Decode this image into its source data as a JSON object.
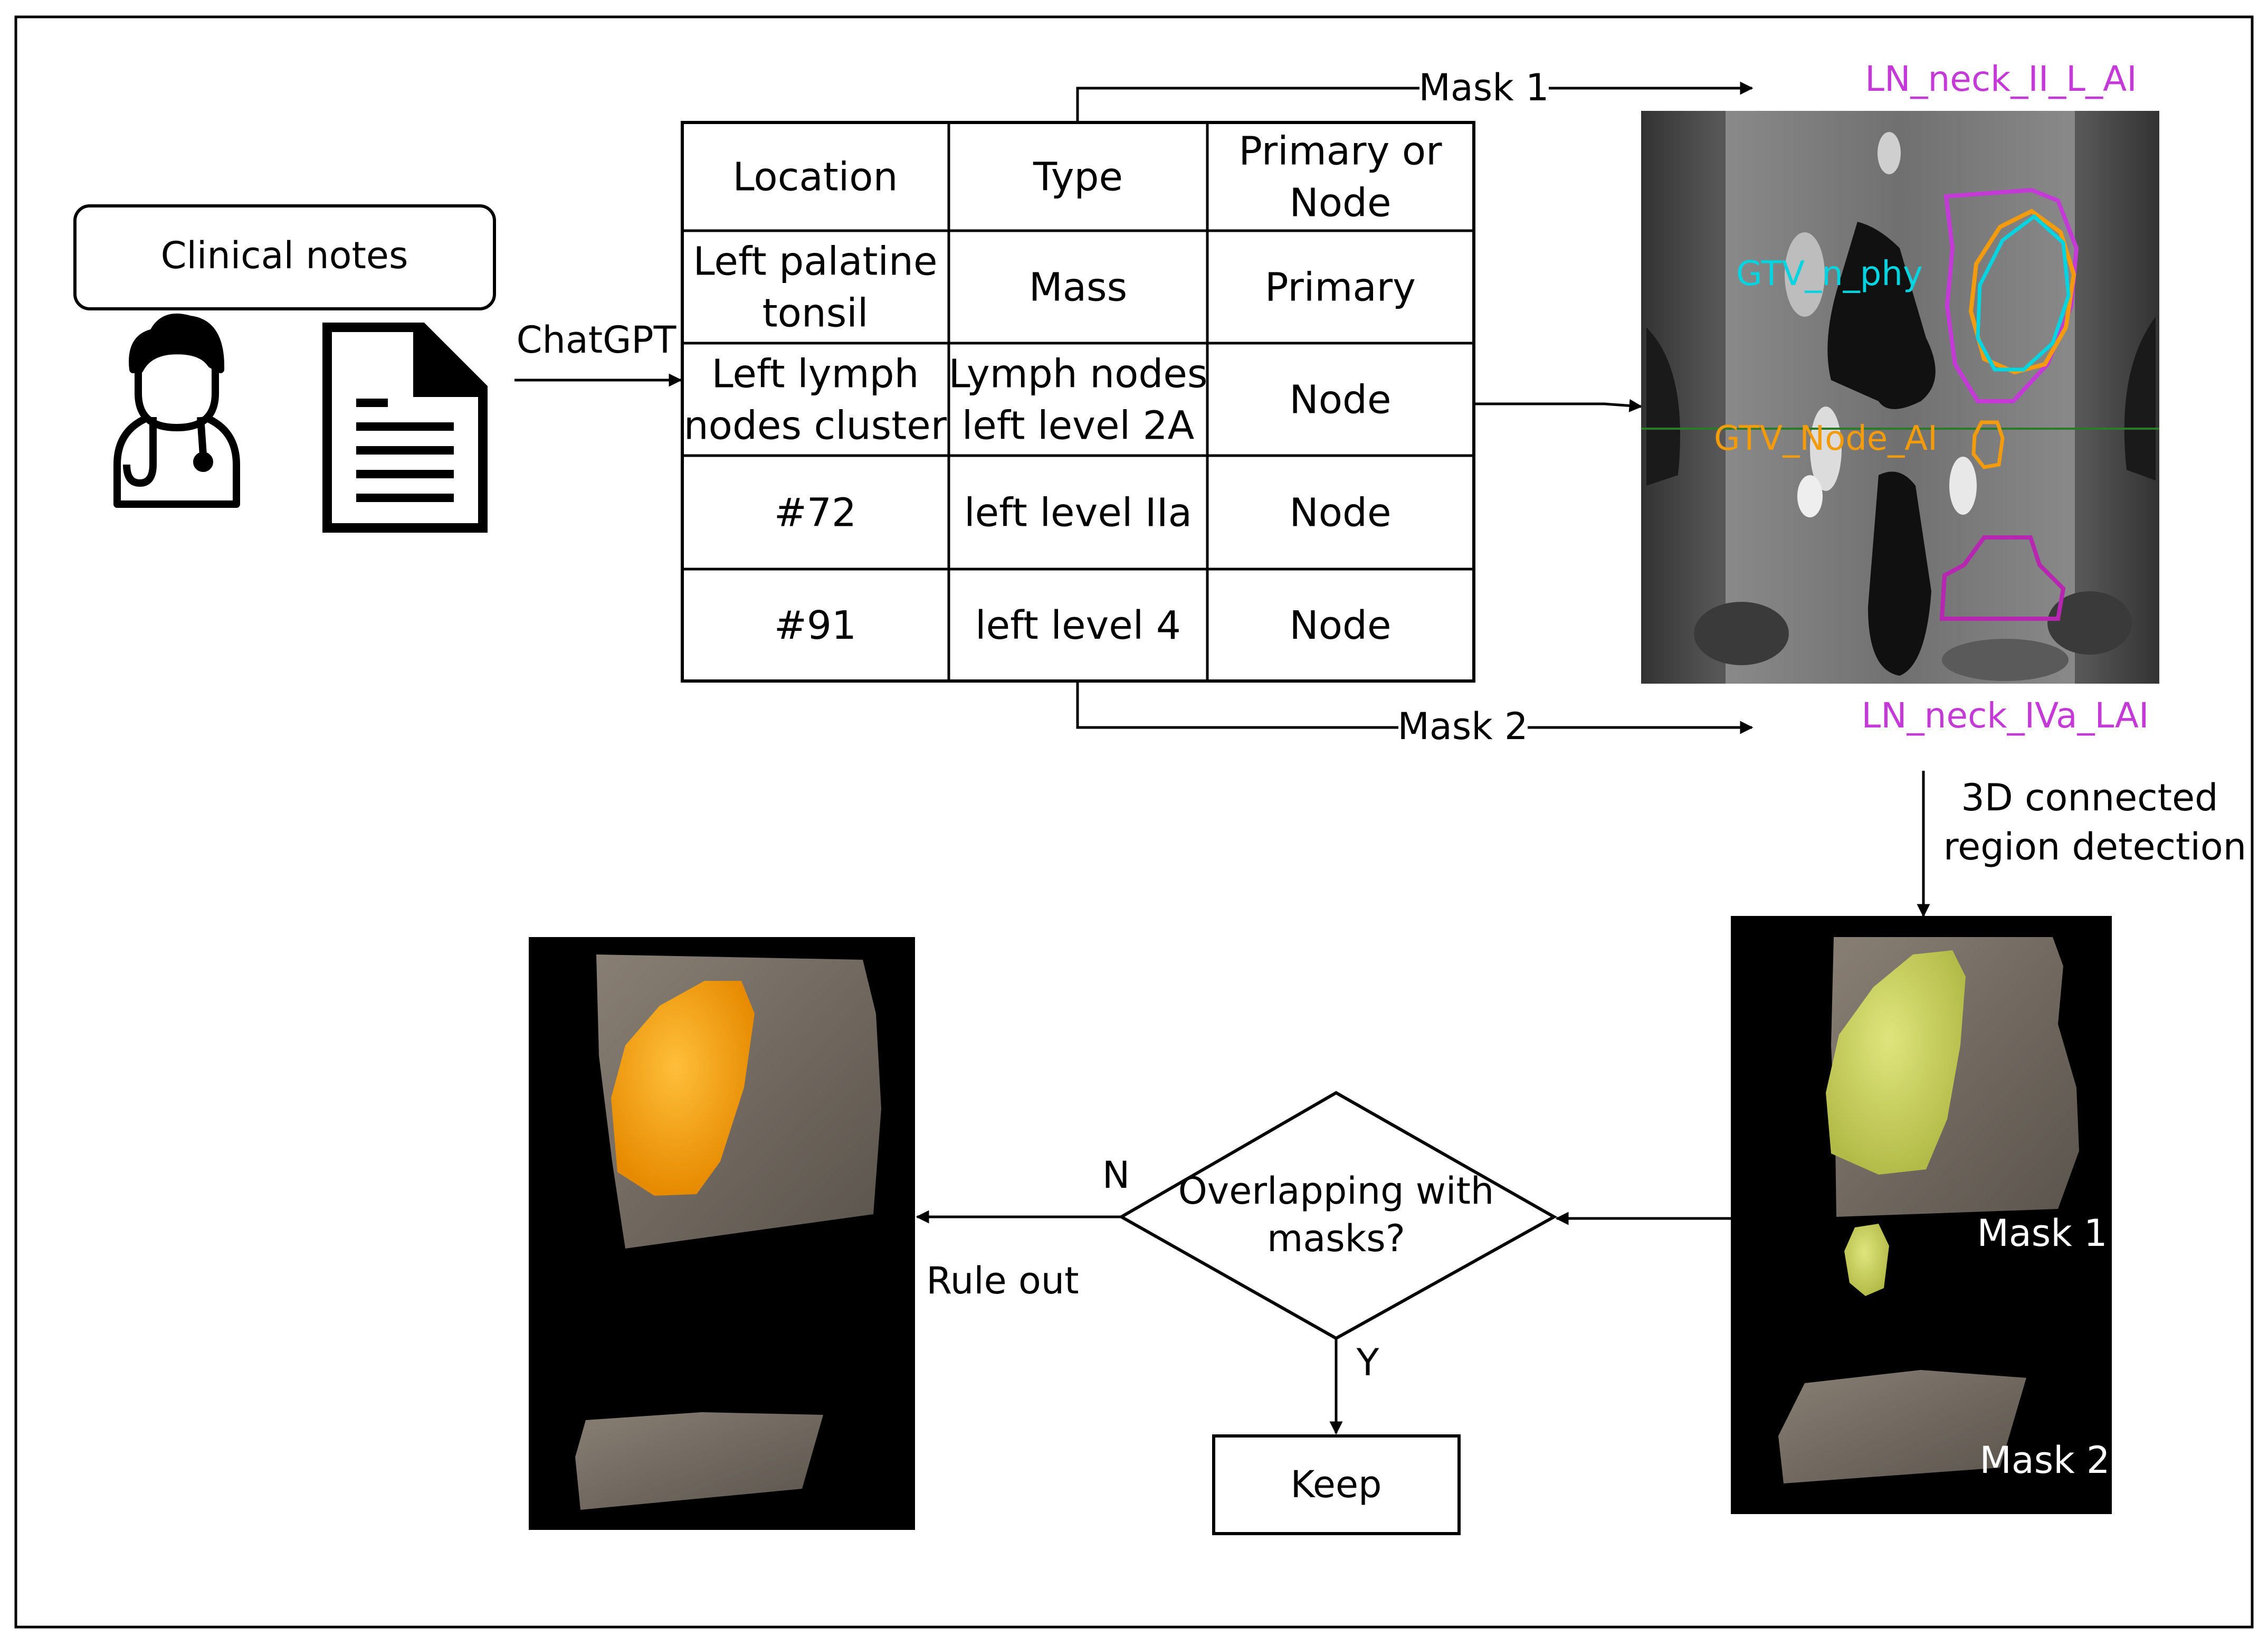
{
  "clinical_notes_box": {
    "label": "Clinical notes"
  },
  "arrow_labels": {
    "chatgpt": "ChatGPT",
    "mask1": "Mask 1",
    "mask2": "Mask 2",
    "connected": [
      "3D connected",
      "region detection"
    ],
    "no": "N",
    "yes": "Y",
    "rule_out": "Rule out"
  },
  "table": {
    "header": [
      [
        "Location"
      ],
      [
        "Type"
      ],
      [
        "Primary or",
        "Node"
      ]
    ],
    "rows": [
      [
        [
          "Left palatine",
          "tonsil"
        ],
        [
          "Mass"
        ],
        [
          "Primary"
        ]
      ],
      [
        [
          "Left lymph",
          "nodes cluster"
        ],
        [
          "Lymph nodes",
          "left level 2A"
        ],
        [
          "Node"
        ]
      ],
      [
        [
          "#72"
        ],
        [
          "left level IIa"
        ],
        [
          "Node"
        ]
      ],
      [
        [
          "#91"
        ],
        [
          "left level 4"
        ],
        [
          "Node"
        ]
      ]
    ]
  },
  "ct_image": {
    "top_label": "LN_neck_II_L_AI",
    "bottom_label": "LN_neck_IVa_LAI",
    "contour_labels": {
      "gtv_n_phy": "GTV_n_phy",
      "gtv_node_ai": "GTV_Node_AI"
    }
  },
  "render_right": {
    "mask1_label": "Mask 1",
    "mask2_label": "Mask 2"
  },
  "decision": {
    "lines": [
      "Overlapping with",
      "masks?"
    ]
  },
  "keep_box": {
    "label": "Keep"
  },
  "colors": {
    "magenta": "#c43ad6",
    "cyan": "#00d4e0",
    "orange": "#f29b0c",
    "lime": "#c7cf5c",
    "tissue": "#7d746a",
    "black": "#000000"
  }
}
